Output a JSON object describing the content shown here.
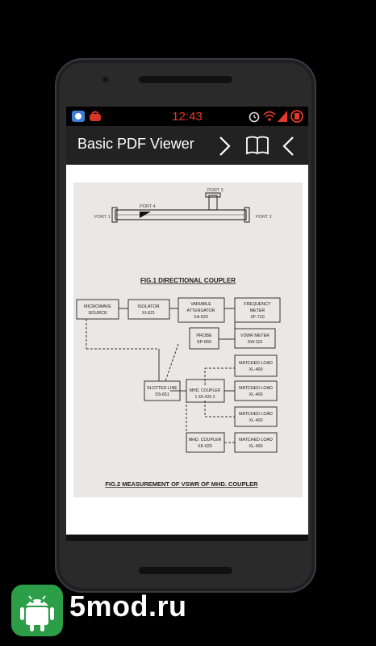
{
  "status_bar": {
    "time": "12:43"
  },
  "app_bar": {
    "title": "Basic PDF Viewer",
    "icons": [
      "chevron-right-icon",
      "book-icon",
      "chevron-left-icon"
    ]
  },
  "document": {
    "fig1": {
      "title": "FIG.1 DIRECTIONAL COUPLER",
      "labels": {
        "port1": "PORT 1",
        "port2": "PORT 2",
        "port3": "PORT 3",
        "port4": "PORT 4"
      }
    },
    "fig2": {
      "title": "FIG.2 MEASUREMENT OF VSWR OF MHD. COUPLER",
      "boxes": {
        "source": [
          "MICROWAVE",
          "SOURCE"
        ],
        "isolator": [
          "ISOLATOR",
          "XI-621"
        ],
        "attenuator": [
          "VARIABLE",
          "ATTENUATOR",
          "XA-520"
        ],
        "freq_meter": [
          "FREQUENCY",
          "METER",
          "XF-710"
        ],
        "probe": [
          "PROBE",
          "SP-655"
        ],
        "vswr_meter": [
          "VSWR METER",
          "SW-115"
        ],
        "matched_load_1": [
          "MATCHED LOAD",
          "XL-400"
        ],
        "slotted_line": [
          "SLOTTED LINE",
          "SS-651"
        ],
        "mhd_coupler_1": [
          "3",
          "MHD. COUPLER",
          "1   XK-620   2"
        ],
        "matched_load_2": [
          "MATCHED LOAD",
          "XL-400"
        ],
        "matched_load_3": [
          "MATCHED LOAD",
          "XL-400"
        ],
        "mhd_coupler_2": [
          "MHD. COUPLER",
          "XK-620"
        ],
        "matched_load_4": [
          "MATCHED LOAD",
          "XL-400"
        ]
      }
    }
  },
  "watermark": {
    "text": "5mod.ru",
    "logo": "android-robot-icon",
    "color": "#2c9e47"
  }
}
